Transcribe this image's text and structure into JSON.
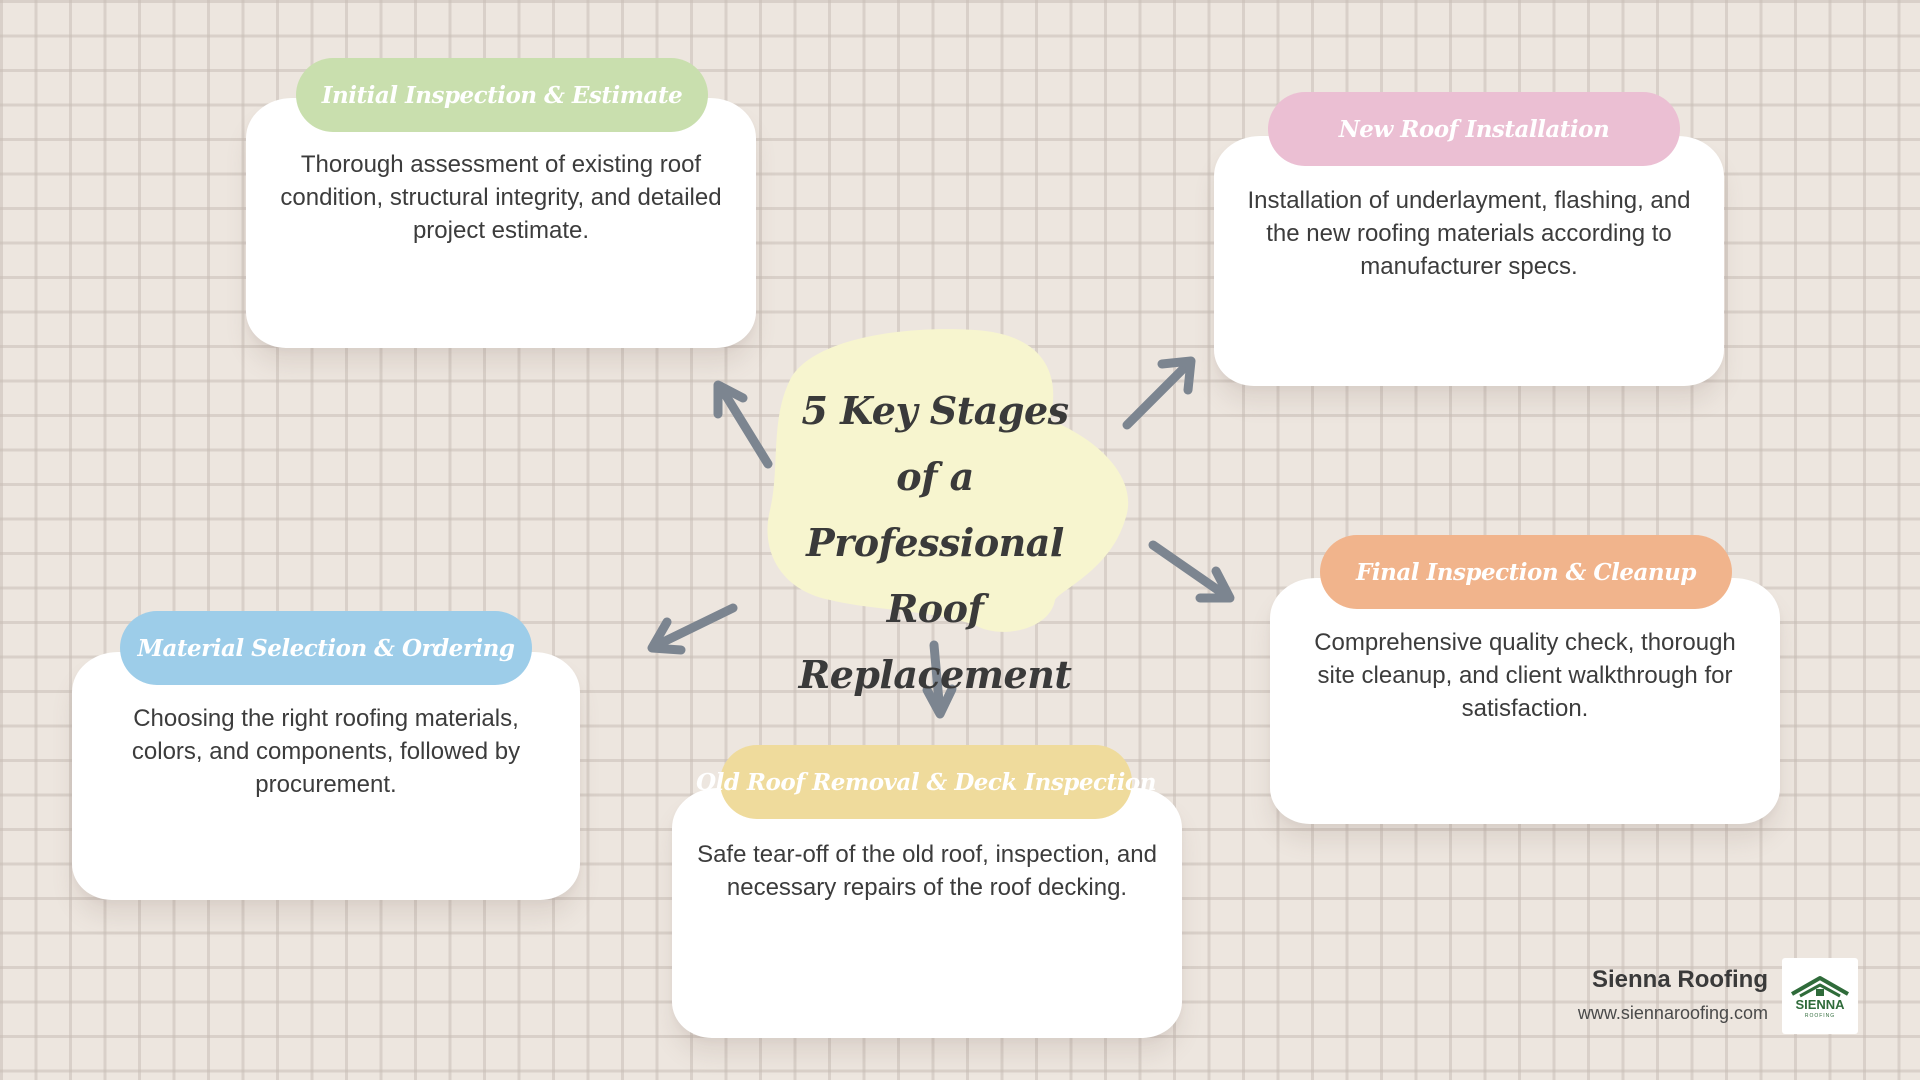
{
  "diagram": {
    "title": "5 Key Stages of a Professional Roof Replacement",
    "center_color": "#f7f5cf",
    "arrow_color": "#7c8590",
    "stages": [
      {
        "label": "Initial Inspection & Estimate",
        "description": "Thorough assessment of existing roof condition, structural integrity, and detailed project estimate.",
        "color": "#c9dfae"
      },
      {
        "label": "New Roof Installation",
        "description": "Installation of underlayment, flashing, and the new roofing materials according to manufacturer specs.",
        "color": "#ebbfd3"
      },
      {
        "label": "Final Inspection & Cleanup",
        "description": "Comprehensive quality check, thorough site cleanup, and client walkthrough for satisfaction.",
        "color": "#f1b48c"
      },
      {
        "label": "Old Roof Removal & Deck Inspection",
        "description": "Safe tear-off of the old roof, inspection, and necessary repairs of the roof decking.",
        "color": "#efdb9c"
      },
      {
        "label": "Material Selection & Ordering",
        "description": "Choosing the right roofing materials, colors, and components, followed by procurement.",
        "color": "#9dcde9"
      }
    ]
  },
  "footer": {
    "company": "Sienna Roofing",
    "url": "www.siennaroofing.com",
    "logo_text_main": "SIENNA",
    "logo_text_sub": "ROOFING",
    "logo_color": "#2f6b3a"
  }
}
